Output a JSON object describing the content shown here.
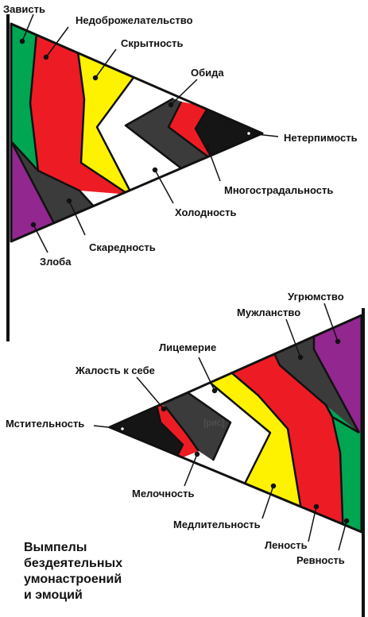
{
  "colors": {
    "green": "#00a651",
    "red": "#ed1c24",
    "yellow": "#fff200",
    "white": "#ffffff",
    "dark_gray": "#3b3b3c",
    "black": "#151515",
    "purple": "#92278f",
    "outline": "#111111"
  },
  "top_pennant": {
    "labels": {
      "envy": "Зависть",
      "malevolence": "Недоброжелательство",
      "secrecy": "Скрытность",
      "resentment": "Обида",
      "intolerance": "Нетерпимость",
      "long_suffering": "Многострадальность",
      "coldness": "Холодность",
      "stinginess": "Скаредность",
      "anger": "Злоба"
    }
  },
  "bottom_pennant": {
    "labels": {
      "gloominess": "Угрюмство",
      "boorishness": "Мужланство",
      "hypocrisy": "Лицемерие",
      "self_pity": "Жалость к себе",
      "vindictiveness": "Мстительность",
      "pettiness": "Мелочность",
      "slowness": "Медлительность",
      "laziness": "Леность",
      "jealousy": "Ревность"
    },
    "watermark": "[рис]"
  },
  "caption": {
    "line1": "Вымпелы",
    "line2": "бездеятельных",
    "line3": "умонастроений",
    "line4": "и эмоций"
  }
}
